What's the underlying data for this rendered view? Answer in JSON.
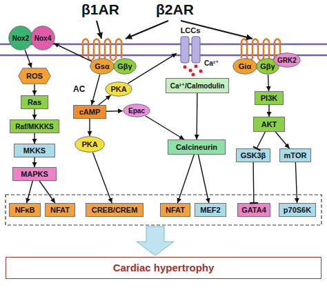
{
  "diagram": {
    "nodes": [
      {
        "text": [
          "Nox2"
        ]
      },
      {
        "text": [
          "Nox4"
        ]
      },
      {
        "text": [
          "Gsα"
        ]
      },
      {
        "text": [
          "Gβγ"
        ]
      },
      {
        "text": [
          "LCCs"
        ]
      },
      {
        "text": [
          "Giα"
        ]
      },
      {
        "text": [
          "Gβγ"
        ]
      },
      {
        "text": [
          "GRK2"
        ]
      },
      {
        "text": [
          "ROS"
        ]
      },
      {
        "text": [
          "PKA"
        ]
      },
      {
        "text": [
          "Ca²⁺/Calmodulin"
        ]
      },
      {
        "text": [
          "cAMP"
        ]
      },
      {
        "text": [
          "Epac"
        ]
      },
      {
        "text": [
          "PI3K"
        ]
      },
      {
        "text": [
          "Ras"
        ]
      },
      {
        "text": [
          "AKT"
        ]
      },
      {
        "text": [
          "PKA"
        ]
      },
      {
        "text": [
          "Raf/MKKKS"
        ]
      },
      {
        "text": [
          "Calcineurin"
        ]
      },
      {
        "text": [
          "GSK3β"
        ]
      },
      {
        "text": [
          "mTOR"
        ]
      },
      {
        "text": [
          "MKKS"
        ]
      },
      {
        "text": [
          "MAPKS"
        ]
      },
      {
        "text": [
          "NFκB"
        ]
      },
      {
        "text": [
          "NFAT"
        ]
      },
      {
        "text": [
          "CREB/CREM"
        ]
      },
      {
        "text": [
          "NFAT"
        ]
      },
      {
        "text": [
          "MEF2"
        ]
      },
      {
        "text": [
          "GATA4"
        ]
      },
      {
        "text": [
          "p70S6K"
        ]
      },
      {
        "text": [
          "Cardiac hypertrophy"
        ]
      }
    ],
    "edges": [
      {
        "from": 2,
        "to": 1,
        "arrow": "to"
      },
      {
        "from": 2,
        "to": 11,
        "label": "AC",
        "arrow": "to"
      },
      {
        "from": 11,
        "to": 9,
        "arrow": "to"
      },
      {
        "from": 9,
        "to": 4,
        "arrow": "to"
      },
      {
        "from": 11,
        "to": 12,
        "arrow": "to"
      },
      {
        "from": 11,
        "to": 16,
        "arrow": "to"
      },
      {
        "from": 16,
        "to": 25,
        "arrow": "to"
      },
      {
        "from": 12,
        "to": 18,
        "arrow": "to"
      },
      {
        "from": 10,
        "to": 18,
        "arrow": "to"
      },
      {
        "from": 0,
        "to": 8,
        "arrow": "to"
      },
      {
        "from": 8,
        "to": 14,
        "arrow": "to"
      },
      {
        "from": 14,
        "to": 17,
        "arrow": "to"
      },
      {
        "from": 17,
        "to": 21,
        "arrow": "to"
      },
      {
        "from": 21,
        "to": 22,
        "arrow": "to"
      },
      {
        "from": 22,
        "to": 23,
        "arrow": "to"
      },
      {
        "from": 22,
        "to": 24,
        "arrow": "to"
      },
      {
        "from": 18,
        "to": 26,
        "arrow": "to"
      },
      {
        "from": 18,
        "to": 27,
        "arrow": "to"
      },
      {
        "from": 6,
        "to": 13,
        "arrow": "to"
      },
      {
        "from": 13,
        "to": 15,
        "arrow": "to"
      },
      {
        "from": 15,
        "to": 19,
        "arrow": "to"
      },
      {
        "from": 15,
        "to": 20,
        "arrow": "to"
      },
      {
        "from": 19,
        "to": 28,
        "arrow": "to"
      },
      {
        "from": 20,
        "to": 29,
        "arrow": "to"
      }
    ],
    "labels": [
      "β1AR",
      "β2AR",
      "Ca²⁺"
    ]
  }
}
